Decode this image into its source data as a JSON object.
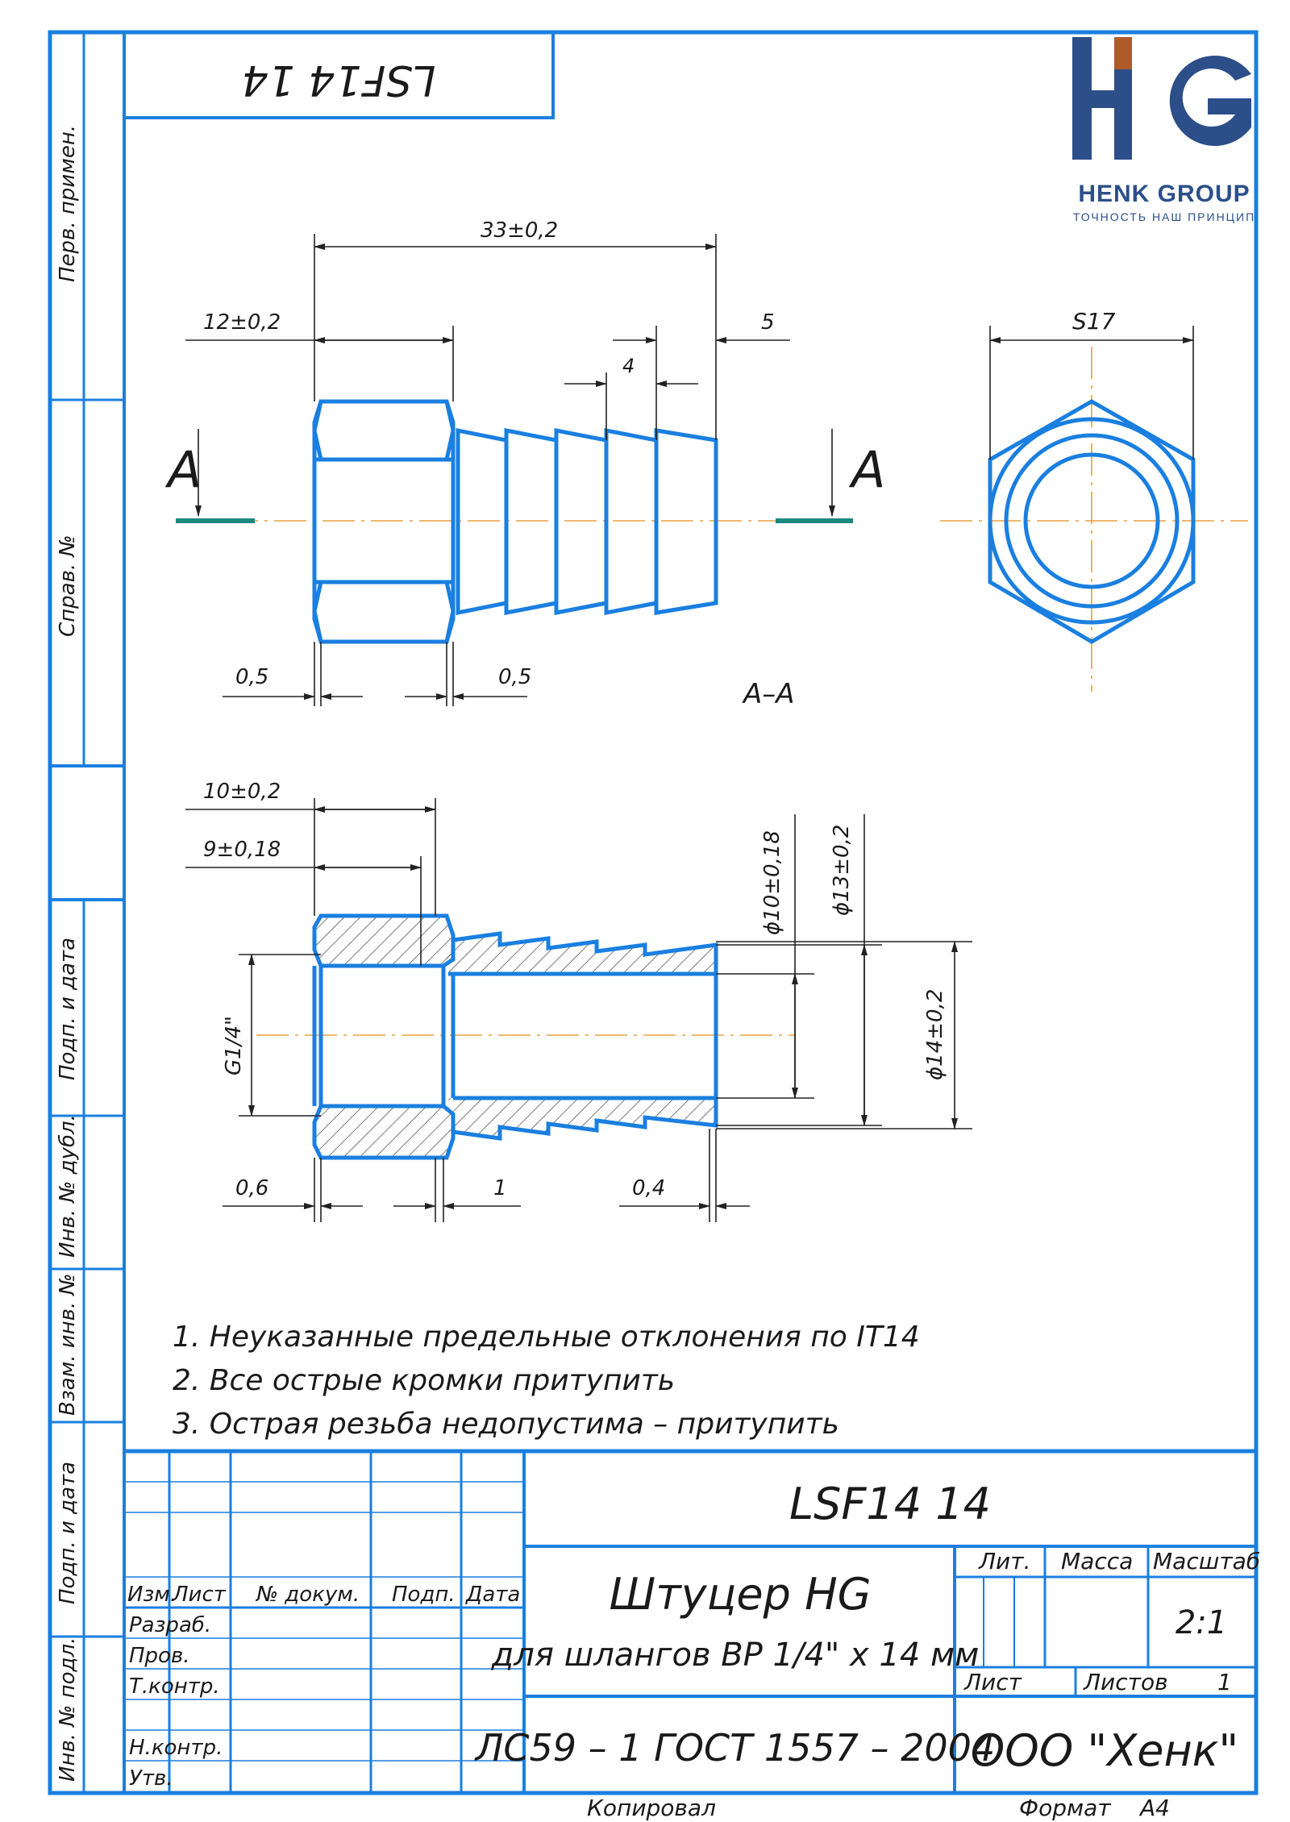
{
  "logo": {
    "letters": "HG",
    "company": "HENK GROUP",
    "slogan": "ТОЧНОСТЬ НАШ ПРИНЦИП"
  },
  "top_code_mirrored": "LSF14 14",
  "side_labels": {
    "perv_primen": "Перв. примен.",
    "sprav_no": "Справ. №",
    "podp_data_1": "Подп. и дата",
    "inv_dubl": "Инв. № дубл.",
    "vzam_inv": "Взам. инв. №",
    "podp_data_2": "Подп. и дата",
    "inv_podl": "Инв. № подл."
  },
  "view1": {
    "dim_total": "33±0,2",
    "dim_hex_len": "12±0,2",
    "dim_5": "5",
    "dim_4": "4",
    "dim_left_chamfer": "0,5",
    "dim_right_chamfer": "0,5",
    "section_left": "А",
    "section_right": "А"
  },
  "view2": {
    "dim_across_flats": "S17"
  },
  "section": {
    "label": "А–А",
    "dim_10": "10±0,2",
    "dim_9": "9±0,18",
    "dim_d10": "ϕ10±0,18",
    "dim_d13": "ϕ13±0,2",
    "dim_d14": "ϕ14±0,2",
    "dim_thread": "G1/4\"",
    "dim_06": "0,6",
    "dim_1": "1",
    "dim_04": "0,4"
  },
  "notes": [
    "1. Неуказанные предельные отклонения по IT14",
    "2. Все острые кромки притупить",
    "3. Острая резьба недопустима – притупить"
  ],
  "title_block": {
    "code": "LSF14 14",
    "name_line1": "Штуцер HG",
    "name_line2": "для шлангов ВР 1/4\" х 14 мм",
    "material": "ЛС59 – 1 ГОСТ 1557 – 2004",
    "company": "ООО \"Хенк\"",
    "lit": "Лит.",
    "massa": "Масса",
    "masshtab": "Масштаб",
    "scale_value": "2:1",
    "list": "Лист",
    "listov": "Листов",
    "listov_value": "1",
    "col_izm": "Изм.",
    "col_list": "Лист",
    "col_doc": "№ докум.",
    "col_podp": "Подп.",
    "col_data": "Дата",
    "row_razrab": "Разраб.",
    "row_prov": "Пров.",
    "row_tkontr": "Т.контр.",
    "row_nkontr": "Н.контр.",
    "row_utv": "Утв."
  },
  "footer": {
    "kopiroval": "Копировал",
    "format_label": "Формат",
    "format_value": "А4"
  },
  "colors": {
    "frame": "#1a7fe0",
    "axis": "#e8a040",
    "cut_line": "#1a8a80",
    "logo_blue": "#2c4f8a",
    "logo_brown": "#b05a2a"
  }
}
